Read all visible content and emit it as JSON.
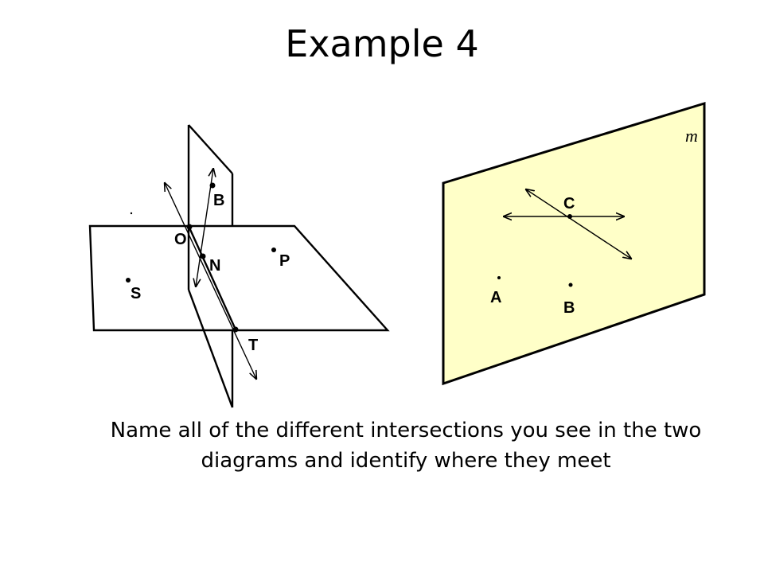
{
  "title": "Example 4",
  "prompt": "Name all of the different intersections you see in the two diagrams and identify where they meet",
  "colors": {
    "plane_fill": "#FFFFC8",
    "ink": "#000000",
    "background": "#FFFFFF"
  },
  "left_diagram": {
    "points": {
      "B": "B",
      "O": "O",
      "N": "N",
      "P": "P",
      "S": "S",
      "T": "T"
    }
  },
  "right_diagram": {
    "plane_label": "m",
    "points": {
      "C": "C",
      "A": "A",
      "B": "B"
    }
  }
}
